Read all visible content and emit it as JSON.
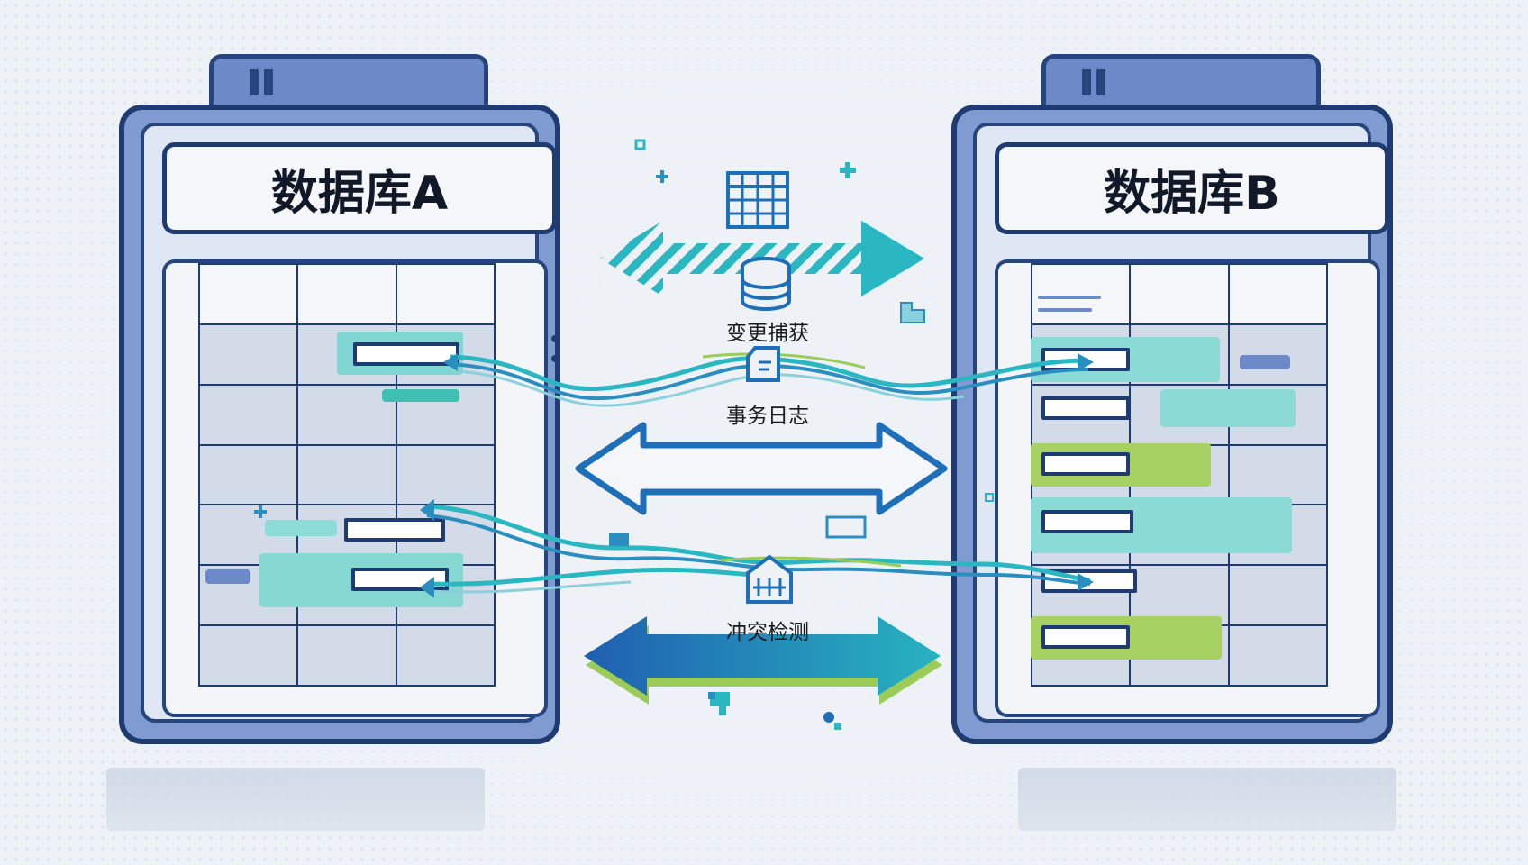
{
  "databases": {
    "left": {
      "title": "数据库A"
    },
    "right": {
      "title": "数据库B"
    }
  },
  "center": {
    "labels": {
      "change_capture": "变更捕获",
      "transaction_log": "事务日志",
      "conflict_detection": "冲突检测"
    }
  },
  "colors": {
    "navy": "#1f3c72",
    "db_blue": "#7f9bd2",
    "teal": "#6fd3d0",
    "green": "#9bcc5a",
    "flow_blue": "#1f8fb0"
  },
  "icons": [
    "table-icon",
    "database-icon",
    "document-icon",
    "building-icon",
    "folder-icon"
  ]
}
